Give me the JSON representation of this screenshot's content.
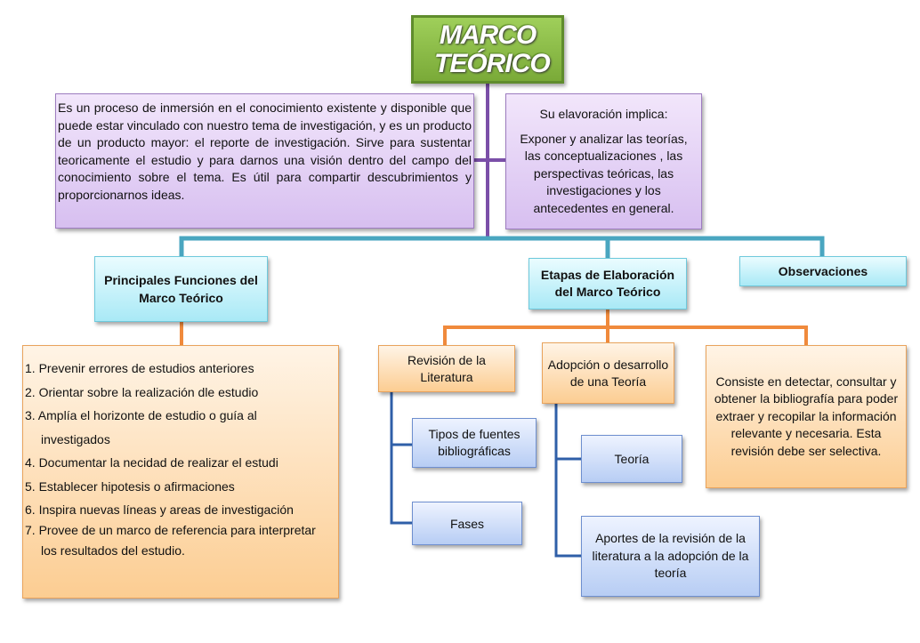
{
  "title": "MARCO TEÓRICO",
  "definition": "Es un proceso de inmersión en el conocimiento existente y disponible que puede estar vinculado con nuestro tema de investigación, y es un producto de un producto mayor: el reporte de investigación. Sirve para sustentar teoricamente el estudio y para darnos una visión dentro del campo del conocimiento sobre el tema. Es útil para compartir descubrimientos y proporcionarnos ideas.",
  "elaboration": {
    "heading": "Su elavoración implica:",
    "body": "Exponer y analizar las teorías, las conceptualizaciones , las perspectivas teóricas, las investigaciones y los antecedentes en general."
  },
  "branches": {
    "functions": "Principales Funciones del Marco Teórico",
    "stages": "Etapas de Elaboración del Marco Teórico",
    "observations": "Observaciones"
  },
  "functions_list": [
    "1. Prevenir errores de estudios anteriores",
    "2. Orientar sobre la realización dle estudio",
    "3. Amplía el horizonte de estudio o guía al",
    "investigados",
    "4. Documentar la necidad de realizar el estudi",
    "5. Establecer hipotesis  o afirmaciones",
    "6.  Inspira nuevas líneas y areas de investigación",
    "7.  Provee  de  un  marco  de  referencia  para interpretar",
    "los resultados del estudio."
  ],
  "stages": {
    "review": "Revisión de la Literatura",
    "adoption": "Adopción o desarrollo de una Teoría",
    "review_desc": "Consiste en detectar, consultar y obtener la bibliografía para poder extraer y recopilar la información relevante y necesaria. Esta revisión debe ser selectiva."
  },
  "review_children": {
    "sources": "Tipos de  fuentes bibliográficas",
    "phases": "Fases"
  },
  "adoption_children": {
    "theory": "Teoría",
    "contributions": "Aportes de la revisión de la literatura a  la adopción de la teoría"
  },
  "colors": {
    "title_green": "#7aaa38",
    "cyan": "#a9e9f6",
    "purple": "#d7bff0",
    "orange": "#fccd92",
    "blue": "#b7cdf4",
    "connector_teal": "#4aa6c0",
    "connector_purple": "#7b4fa8",
    "connector_orange": "#f08a3c",
    "connector_navy": "#2f5fa8"
  }
}
